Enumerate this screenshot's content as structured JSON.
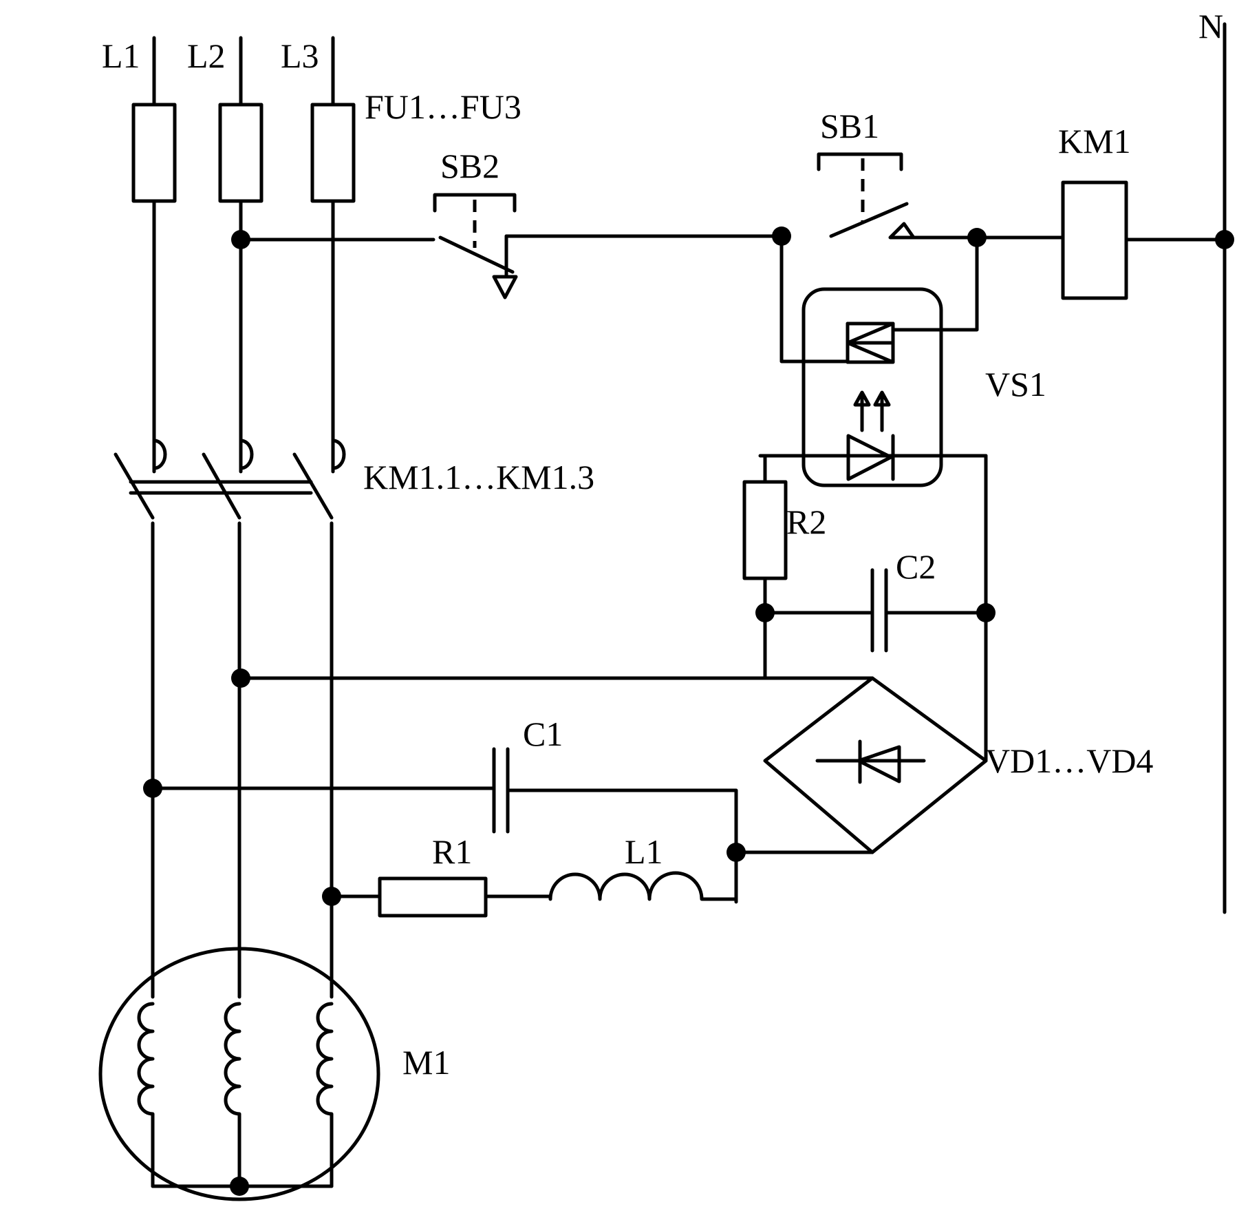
{
  "labels": {
    "l1": "L1",
    "l2": "L2",
    "l3": "L3",
    "n": "N",
    "fuses": "FU1…FU3",
    "sb1": "SB1",
    "sb2": "SB2",
    "km1": "KM1",
    "vs1": "VS1",
    "km_contacts": "KM1.1…KM1.3",
    "r2": "R2",
    "c2": "C2",
    "c1": "C1",
    "bridge": "VD1…VD4",
    "r1": "R1",
    "inductor": "L1",
    "motor": "M1"
  }
}
